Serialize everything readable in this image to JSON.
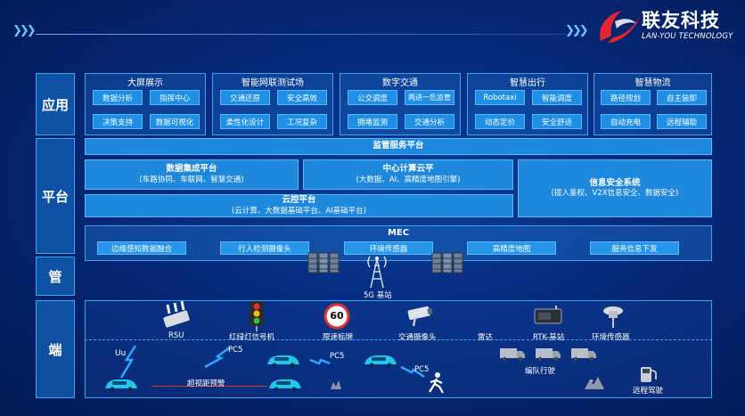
{
  "logo": {
    "main": "联友科技",
    "sub": "LAN-YOU TECHNOLOGY"
  },
  "layers": {
    "app": "应用",
    "platform": "平台",
    "pipe": "管",
    "end": "端"
  },
  "app_groups": [
    {
      "title": "大屏展示",
      "items": [
        "数据分析",
        "指挥中心",
        "决策支持",
        "数据可视化"
      ]
    },
    {
      "title": "智能网联测试场",
      "items": [
        "交通还原",
        "安全高效",
        "柔性化设计",
        "工况复杂"
      ]
    },
    {
      "title": "数字交通",
      "items": [
        "公交调度",
        "两进一危监管",
        "拥堵监测",
        "交通分析"
      ]
    },
    {
      "title": "智慧出行",
      "items": [
        "Robotaxi",
        "智能调度",
        "动态定价",
        "安全舒适"
      ]
    },
    {
      "title": "智慧物流",
      "items": [
        "路径规划",
        "自主装卸",
        "自动充电",
        "远程辅助"
      ]
    }
  ],
  "platform": {
    "supervise": "监管服务平台",
    "data_title": "数据集成平台",
    "data_sub": "(车路协同、车联网、智慧交通)",
    "compute_title": "中心计算云平",
    "compute_sub": "(大数据、AI、高精度地图引擎)",
    "security_title": "信息安全系统",
    "security_sub": "(接入鉴权、V2X信息安全、数据安全)",
    "cloud_title": "云控平台",
    "cloud_sub": "(云计算、大数据基础平台、AI基础平台)"
  },
  "mec": {
    "title": "MEC",
    "items": [
      "边缘感知数据融合",
      "行人检测摄像头",
      "环境传感器",
      "高精度地图",
      "服务信息下发"
    ]
  },
  "pipe": {
    "station": "5G 基站"
  },
  "devices": [
    "RSU",
    "红绿灯信号机",
    "限速标牌",
    "交通摄像头",
    "雷达",
    "RTK-基站",
    "环境传感器"
  ],
  "speed_limit": "60",
  "scene": {
    "uu": "Uu",
    "pc5_a": "PC5",
    "pc5_b": "PC5",
    "pc5_c": "PC5",
    "nlos": "超视距预警",
    "platoon": "编队行驶",
    "remote": "远程驾驶"
  },
  "colors": {
    "accent": "#1f8fe5",
    "border": "#3ea2ee",
    "bg": "#06297a",
    "alert": "#e03030"
  }
}
